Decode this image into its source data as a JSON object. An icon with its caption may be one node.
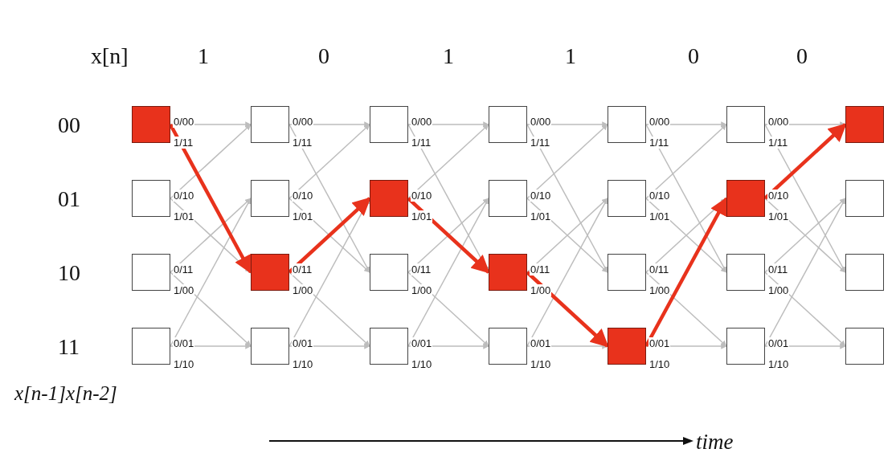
{
  "diagram": {
    "nodes": [
      {
        "text": [],
        "shape": "box"
      },
      {
        "text": [],
        "shape": "box"
      },
      {
        "text": [],
        "shape": "box"
      },
      {
        "text": [],
        "shape": "box"
      },
      {
        "text": [],
        "shape": "box"
      },
      {
        "text": [],
        "shape": "box"
      },
      {
        "text": [],
        "shape": "box"
      },
      {
        "text": [],
        "shape": "box"
      },
      {
        "text": [],
        "shape": "box"
      },
      {
        "text": [],
        "shape": "box"
      },
      {
        "text": [],
        "shape": "box"
      },
      {
        "text": [],
        "shape": "box"
      },
      {
        "text": [],
        "shape": "box"
      },
      {
        "text": [],
        "shape": "box"
      },
      {
        "text": [],
        "shape": "box"
      },
      {
        "text": [],
        "shape": "box"
      },
      {
        "text": [],
        "shape": "box"
      },
      {
        "text": [],
        "shape": "box"
      },
      {
        "text": [],
        "shape": "box"
      },
      {
        "text": [],
        "shape": "box"
      },
      {
        "text": [],
        "shape": "box"
      },
      {
        "text": [],
        "shape": "box"
      },
      {
        "text": [],
        "shape": "box"
      },
      {
        "text": [],
        "shape": "box"
      },
      {
        "text": [],
        "shape": "box"
      },
      {
        "text": [],
        "shape": "box"
      },
      {
        "text": [],
        "shape": "box"
      },
      {
        "text": [],
        "shape": "box"
      }
    ],
    "edges": [
      {
        "from": 0,
        "to": 4,
        "arrow": "to",
        "label": "0/00"
      },
      {
        "from": 0,
        "to": 6,
        "arrow": "to",
        "label": "1/11",
        "style": "thick",
        "color": "#e8321c"
      },
      {
        "from": 1,
        "to": 4,
        "arrow": "to",
        "label": "0/10"
      },
      {
        "from": 1,
        "to": 6,
        "arrow": "to",
        "label": "1/01"
      },
      {
        "from": 2,
        "to": 5,
        "arrow": "to",
        "label": "0/11"
      },
      {
        "from": 2,
        "to": 7,
        "arrow": "to",
        "label": "1/00"
      },
      {
        "from": 3,
        "to": 5,
        "arrow": "to",
        "label": "0/01"
      },
      {
        "from": 3,
        "to": 7,
        "arrow": "to",
        "label": "1/10"
      },
      {
        "from": 4,
        "to": 8,
        "arrow": "to",
        "label": "0/00"
      },
      {
        "from": 4,
        "to": 10,
        "arrow": "to",
        "label": "1/11"
      },
      {
        "from": 5,
        "to": 8,
        "arrow": "to",
        "label": "0/10"
      },
      {
        "from": 5,
        "to": 10,
        "arrow": "to",
        "label": "1/01"
      },
      {
        "from": 6,
        "to": 9,
        "arrow": "to",
        "label": "0/11",
        "style": "thick",
        "color": "#e8321c"
      },
      {
        "from": 6,
        "to": 11,
        "arrow": "to",
        "label": "1/00"
      },
      {
        "from": 7,
        "to": 9,
        "arrow": "to",
        "label": "0/01"
      },
      {
        "from": 7,
        "to": 11,
        "arrow": "to",
        "label": "1/10"
      },
      {
        "from": 8,
        "to": 12,
        "arrow": "to",
        "label": "0/00"
      },
      {
        "from": 8,
        "to": 14,
        "arrow": "to",
        "label": "1/11"
      },
      {
        "from": 9,
        "to": 12,
        "arrow": "to",
        "label": "0/10"
      },
      {
        "from": 9,
        "to": 14,
        "arrow": "to",
        "label": "1/01",
        "style": "thick",
        "color": "#e8321c"
      },
      {
        "from": 10,
        "to": 13,
        "arrow": "to",
        "label": "0/11"
      },
      {
        "from": 10,
        "to": 15,
        "arrow": "to",
        "label": "1/00"
      },
      {
        "from": 11,
        "to": 13,
        "arrow": "to",
        "label": "0/01"
      },
      {
        "from": 11,
        "to": 15,
        "arrow": "to",
        "label": "1/10"
      },
      {
        "from": 12,
        "to": 16,
        "arrow": "to",
        "label": "0/00"
      },
      {
        "from": 12,
        "to": 18,
        "arrow": "to",
        "label": "1/11"
      },
      {
        "from": 13,
        "to": 16,
        "arrow": "to",
        "label": "0/10"
      },
      {
        "from": 13,
        "to": 18,
        "arrow": "to",
        "label": "1/01"
      },
      {
        "from": 14,
        "to": 17,
        "arrow": "to",
        "label": "0/11"
      },
      {
        "from": 14,
        "to": 19,
        "arrow": "to",
        "label": "1/00",
        "style": "thick",
        "color": "#e8321c"
      },
      {
        "from": 15,
        "to": 17,
        "arrow": "to",
        "label": "0/01"
      },
      {
        "from": 15,
        "to": 19,
        "arrow": "to",
        "label": "1/10"
      },
      {
        "from": 16,
        "to": 20,
        "arrow": "to",
        "label": "0/00"
      },
      {
        "from": 16,
        "to": 22,
        "arrow": "to",
        "label": "1/11"
      },
      {
        "from": 17,
        "to": 20,
        "arrow": "to",
        "label": "0/10"
      },
      {
        "from": 17,
        "to": 22,
        "arrow": "to",
        "label": "1/01"
      },
      {
        "from": 18,
        "to": 21,
        "arrow": "to",
        "label": "0/11"
      },
      {
        "from": 18,
        "to": 23,
        "arrow": "to",
        "label": "1/00"
      },
      {
        "from": 19,
        "to": 21,
        "arrow": "to",
        "label": "0/01",
        "style": "thick",
        "color": "#e8321c"
      },
      {
        "from": 19,
        "to": 23,
        "arrow": "to",
        "label": "1/10"
      },
      {
        "from": 20,
        "to": 24,
        "arrow": "to",
        "label": "0/00"
      },
      {
        "from": 20,
        "to": 26,
        "arrow": "to",
        "label": "1/11"
      },
      {
        "from": 21,
        "to": 24,
        "arrow": "to",
        "label": "0/10",
        "style": "thick",
        "color": "#e8321c"
      },
      {
        "from": 21,
        "to": 26,
        "arrow": "to",
        "label": "1/01"
      },
      {
        "from": 22,
        "to": 25,
        "arrow": "to",
        "label": "0/11"
      },
      {
        "from": 22,
        "to": 27,
        "arrow": "to",
        "label": "1/00"
      },
      {
        "from": 23,
        "to": 25,
        "arrow": "to",
        "label": "0/01"
      },
      {
        "from": 23,
        "to": 27,
        "arrow": "to",
        "label": "1/10"
      }
    ],
    "labels": [
      "x[n]",
      "1",
      "0",
      "1",
      "1",
      "0",
      "0",
      "00",
      "01",
      "10",
      "11",
      "x[n-1]x[n-2]",
      "time"
    ]
  }
}
